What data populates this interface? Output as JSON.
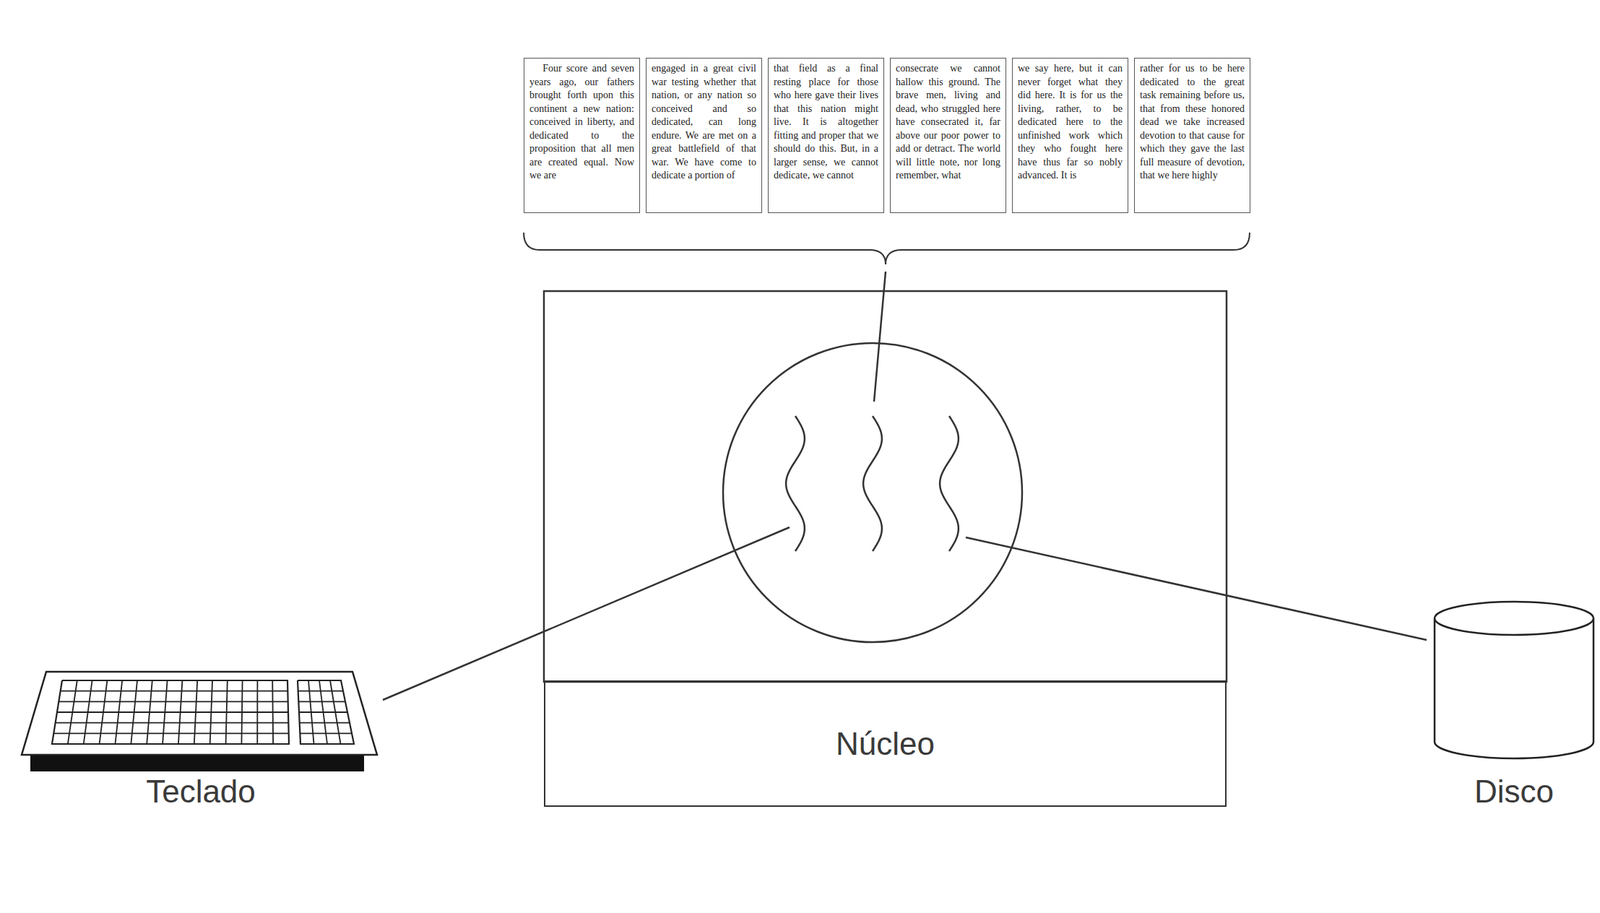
{
  "diagram": {
    "nodes": [
      {
        "text": [
          "Four score and seven years ago, our fathers brought forth upon this continent a new nation: conceived in liberty, and dedicated to the proposition that all men are created equal. Now we are"
        ]
      },
      {
        "text": [
          "engaged in a great civil war testing whether that nation, or any nation so conceived and so dedicated, can long endure. We are met on a great battlefield of that war. We have come to dedicate a portion of"
        ]
      },
      {
        "text": [
          "that field as a final resting place for those who here gave their lives that this nation might live. It is altogether fitting and proper that we should do this. But, in a larger sense, we cannot dedicate, we cannot"
        ]
      },
      {
        "text": [
          "consecrate we cannot hallow this ground. The brave men, living and dead, who struggled here have consecrated it, far above our poor power to add or detract. The world will little note, nor long remember, what"
        ]
      },
      {
        "text": [
          "we say here, but it can never forget what they did here. It is for us the living, rather, to be dedicated here to the unfinished work which they who fought here have thus far so nobly advanced. It is"
        ]
      },
      {
        "text": [
          "rather for us to be here dedicated to the great task remaining before us, that from these honored dead we take increased devotion to that cause for which they gave the last full measure of devotion, that we here highly"
        ]
      },
      {
        "text": [
          "Teclado"
        ]
      },
      {
        "text": [
          "Núcleo"
        ]
      },
      {
        "text": [
          "Disco"
        ]
      }
    ]
  }
}
